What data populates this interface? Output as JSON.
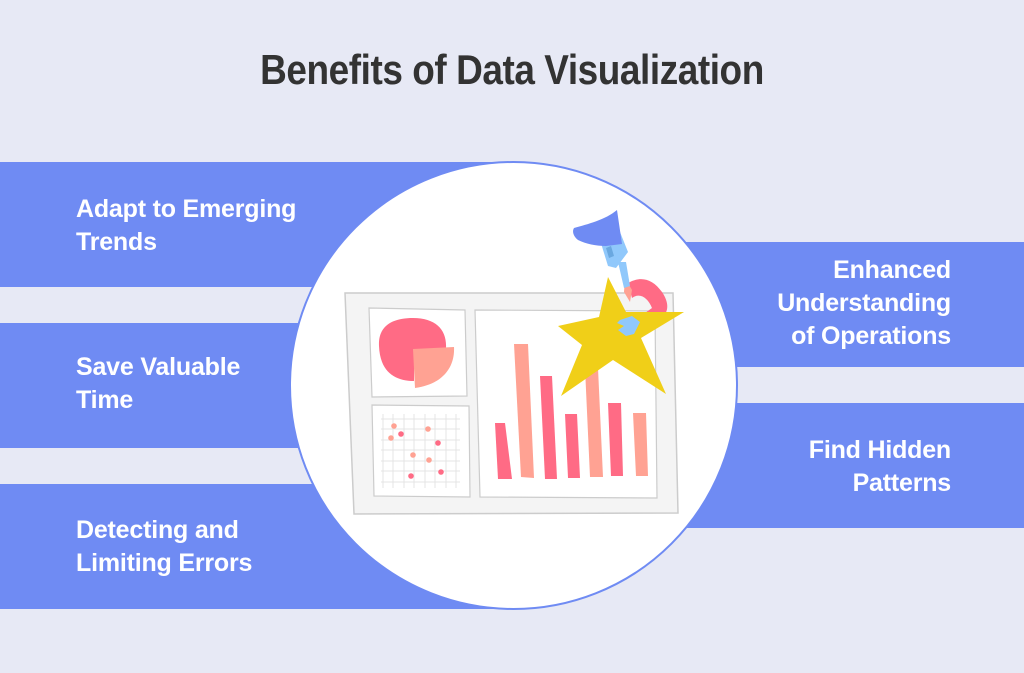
{
  "title": "Benefits of Data Visualization",
  "colors": {
    "background": "#e7e9f5",
    "band": "#6f8bf3",
    "title_text": "#333333",
    "band_text": "#ffffff",
    "circle": "#ffffff",
    "bar_pink": "#ff6b85",
    "bar_salmon": "#ffa293",
    "star": "#f0cf18",
    "person_hair": "#6f8bf3",
    "person_skin": "#90c8fb",
    "person_shirt": "#ff6b85"
  },
  "benefits_left": [
    {
      "line1": "Adapt to Emerging",
      "line2": "Trends"
    },
    {
      "line1": "Save Valuable",
      "line2": "Time"
    },
    {
      "line1": "Detecting and",
      "line2": "Limiting Errors"
    }
  ],
  "benefits_right": [
    {
      "line1": "Enhanced",
      "line2": "Understanding",
      "line3": "of Operations"
    },
    {
      "line1": "Find Hidden",
      "line2": "Patterns"
    }
  ],
  "illustration": {
    "description": "Dashboard with pie chart, scatter plot and bar chart; person holding a gold star",
    "icons": [
      "dashboard-icon",
      "pie-chart-icon",
      "scatter-plot-icon",
      "bar-chart-icon",
      "star-icon",
      "person-icon"
    ]
  }
}
